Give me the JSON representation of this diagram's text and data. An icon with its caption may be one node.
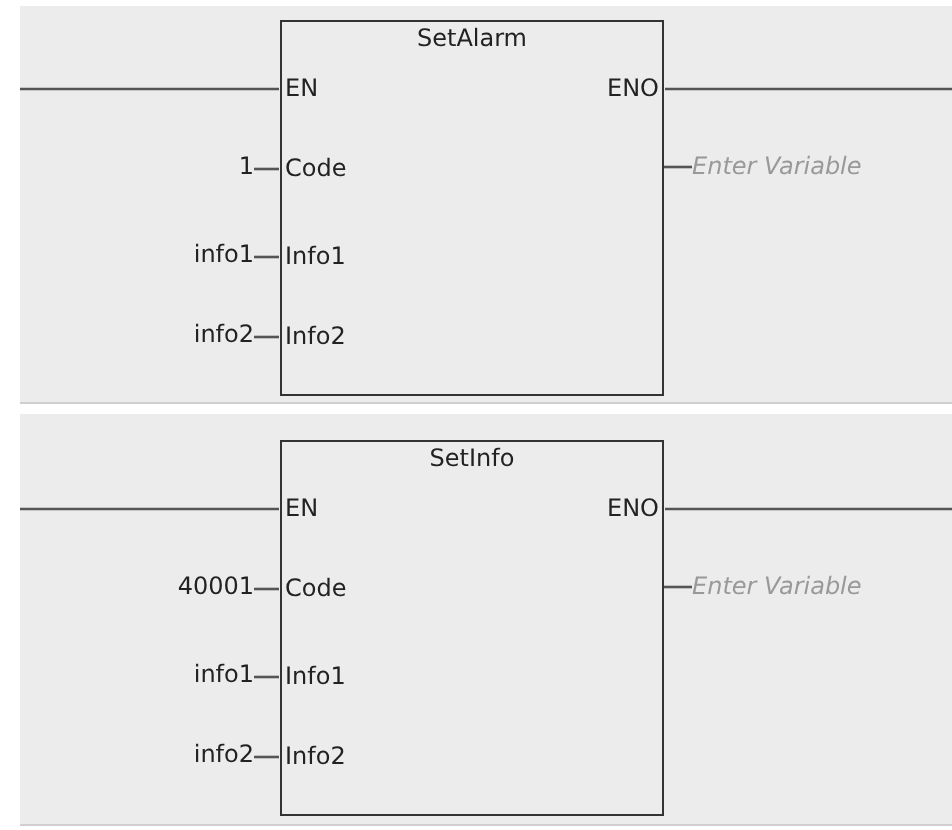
{
  "diagram": {
    "nodes": [
      {
        "text": [
          "SetAlarm"
        ]
      },
      {
        "text": [
          "EN"
        ],
        "in": 0
      },
      {
        "text": [
          "ENO"
        ],
        "in": 0
      },
      {
        "text": [
          "Code"
        ],
        "in": 0
      },
      {
        "text": [
          "Info1"
        ],
        "in": 0
      },
      {
        "text": [
          "Info2"
        ],
        "in": 0
      },
      {
        "text": [
          "1"
        ]
      },
      {
        "text": [
          "info1"
        ]
      },
      {
        "text": [
          "info2"
        ]
      },
      {
        "text": [
          "Enter Variable"
        ]
      },
      {
        "text": [
          "SetInfo"
        ]
      },
      {
        "text": [
          "EN"
        ],
        "in": 10
      },
      {
        "text": [
          "ENO"
        ],
        "in": 10
      },
      {
        "text": [
          "Code"
        ],
        "in": 10
      },
      {
        "text": [
          "Info1"
        ],
        "in": 10
      },
      {
        "text": [
          "Info2"
        ],
        "in": 10
      },
      {
        "text": [
          "40001"
        ]
      },
      {
        "text": [
          "info1"
        ]
      },
      {
        "text": [
          "info2"
        ]
      },
      {
        "text": [
          "Enter Variable"
        ]
      }
    ],
    "edges": [
      {
        "from": null,
        "to": 1,
        "arrow": "none"
      },
      {
        "from": 2,
        "to": null,
        "arrow": "none"
      },
      {
        "from": 6,
        "to": 3,
        "arrow": "none"
      },
      {
        "from": 7,
        "to": 4,
        "arrow": "none"
      },
      {
        "from": 8,
        "to": 5,
        "arrow": "none"
      },
      {
        "from": 0,
        "to": 9,
        "arrow": "none"
      },
      {
        "from": null,
        "to": 11,
        "arrow": "none"
      },
      {
        "from": 12,
        "to": null,
        "arrow": "none"
      },
      {
        "from": 16,
        "to": 13,
        "arrow": "none"
      },
      {
        "from": 17,
        "to": 14,
        "arrow": "none"
      },
      {
        "from": 18,
        "to": 15,
        "arrow": "none"
      },
      {
        "from": 10,
        "to": 19,
        "arrow": "none"
      }
    ]
  }
}
